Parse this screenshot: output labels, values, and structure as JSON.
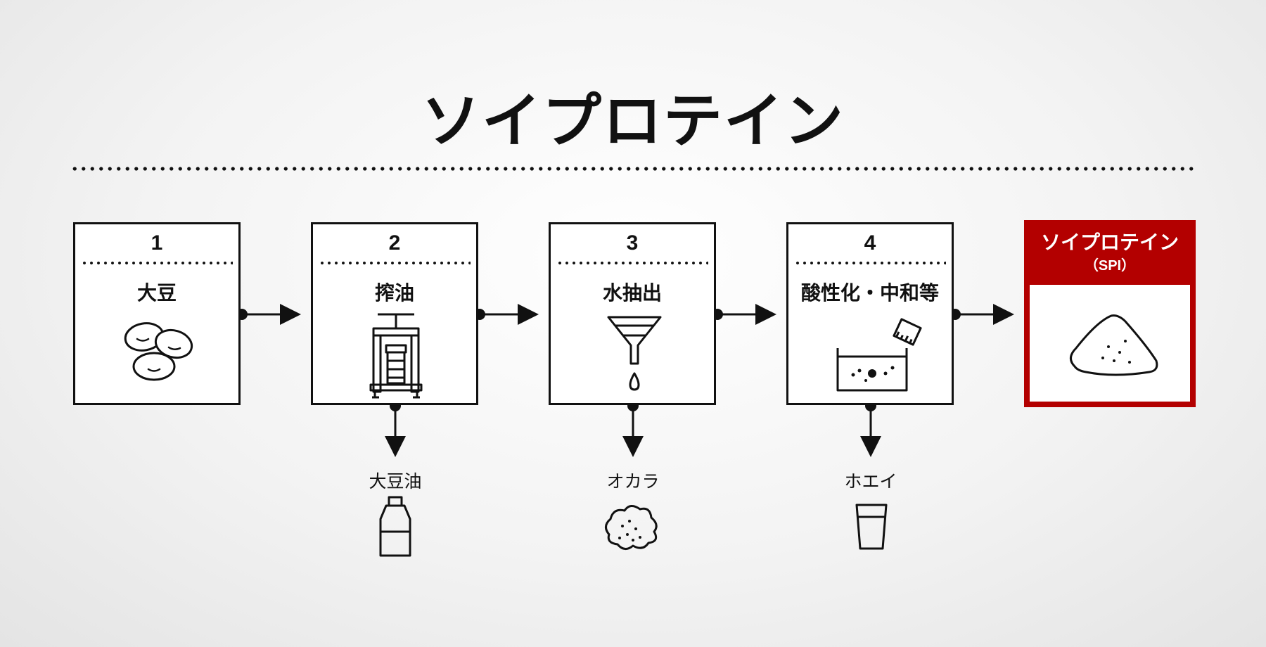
{
  "title": "ソイプロテイン",
  "steps": [
    {
      "number": "1",
      "label": "大豆",
      "icon": "soybeans-icon"
    },
    {
      "number": "2",
      "label": "搾油",
      "icon": "press-icon"
    },
    {
      "number": "3",
      "label": "水抽出",
      "icon": "funnel-icon"
    },
    {
      "number": "4",
      "label": "酸性化・中和等",
      "icon": "beaker-icon"
    }
  ],
  "final": {
    "title": "ソイプロテイン",
    "subtitle": "（SPI）",
    "icon": "powder-icon",
    "color": "#b30000"
  },
  "byproducts": [
    {
      "label": "大豆油",
      "icon": "oil-bottle-icon"
    },
    {
      "label": "オカラ",
      "icon": "okara-icon"
    },
    {
      "label": "ホエイ",
      "icon": "glass-icon"
    }
  ]
}
